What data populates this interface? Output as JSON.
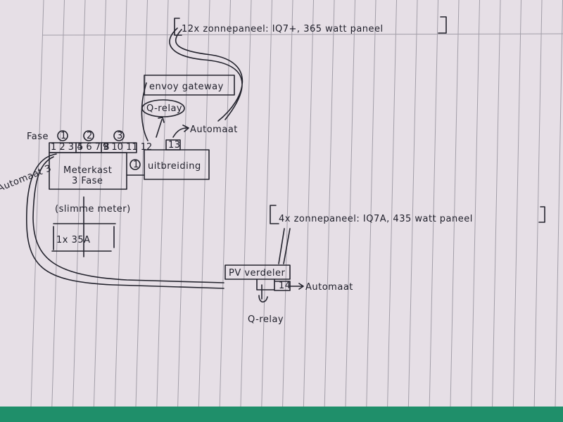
{
  "colors": {
    "paper": "#ebe4ea",
    "rule": "#9d9aa3",
    "ink": "#23232d",
    "table": "#1f8f6a"
  },
  "top_panels": {
    "label": "12x zonnepaneel: IQ7+, 365 watt paneel"
  },
  "envoy": {
    "label": "envoy gateway"
  },
  "q_relay_top": {
    "label": "Q-relay"
  },
  "automaat_top": {
    "label": "Automaat"
  },
  "fase": {
    "label": "Fase",
    "numbers": [
      "1",
      "2",
      "3"
    ],
    "groups": [
      "1 2 3 4",
      "5 6 7 8",
      "9 10 11 12"
    ]
  },
  "meterkast": {
    "line1": "Meterkast",
    "line2": "3 Fase"
  },
  "slimme_meter": {
    "label": "(slimme meter)"
  },
  "main_fuse": {
    "label": "1x 35A"
  },
  "automaat_side": {
    "label": "Automaat 3"
  },
  "uitbreiding": {
    "label": "uitbreiding",
    "circle": "1",
    "slot": "13"
  },
  "bottom_panels": {
    "label": "4x zonnepaneel: IQ7A, 435 watt paneel"
  },
  "pv_verdeler": {
    "label": "PV verdeler",
    "slot": "14"
  },
  "automaat_bottom": {
    "label": "Automaat"
  },
  "q_relay_bottom": {
    "label": "Q-relay"
  }
}
